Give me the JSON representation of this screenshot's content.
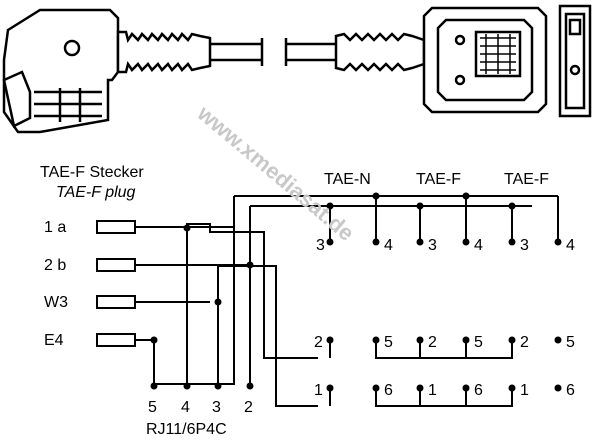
{
  "plug": {
    "title": "TAE-F Stecker",
    "subtitle": "TAE-F plug",
    "pins": [
      "1 a",
      "2 b",
      "W3",
      "E4"
    ]
  },
  "sockets": {
    "headers": [
      "TAE-N",
      "TAE-F",
      "TAE-F"
    ],
    "row_top": [
      "3",
      "4",
      "3",
      "4",
      "3",
      "4"
    ],
    "row_mid": [
      "2",
      "5",
      "2",
      "5",
      "2",
      "5"
    ],
    "row_bot": [
      "1",
      "6",
      "1",
      "6",
      "1",
      "6"
    ]
  },
  "rj11": {
    "label": "RJ11/6P4C",
    "pins": [
      "5",
      "4",
      "3",
      "2"
    ]
  },
  "watermark": "www.xmediasat.de",
  "colors": {
    "ink": "#000000",
    "watermark": "#c8c8c8"
  }
}
